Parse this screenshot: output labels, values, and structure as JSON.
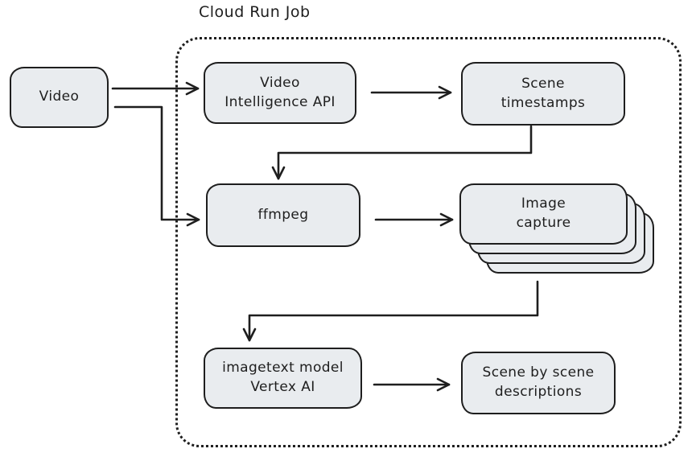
{
  "diagram": {
    "title": "Cloud Run Job",
    "colors": {
      "background": "#ffffff",
      "node_fill": "#e9ecef",
      "stroke": "#1e1e1e"
    },
    "container": {
      "label": "Cloud Run Job",
      "border_style": "dotted"
    },
    "nodes": {
      "video": {
        "label": "Video"
      },
      "video_intelligence_api": {
        "label": "Video\nIntelligence API"
      },
      "scene_timestamps": {
        "label": "Scene\ntimestamps"
      },
      "ffmpeg": {
        "label": "ffmpeg"
      },
      "image_capture": {
        "label": "Image\ncapture",
        "stacked_cards": 4
      },
      "imagetext_model": {
        "label": "imagetext model\nVertex AI"
      },
      "scene_descriptions": {
        "label": "Scene by scene\ndescriptions"
      }
    },
    "edges": [
      {
        "from": "video",
        "to": "video_intelligence_api"
      },
      {
        "from": "video",
        "to": "ffmpeg"
      },
      {
        "from": "video_intelligence_api",
        "to": "scene_timestamps"
      },
      {
        "from": "scene_timestamps",
        "to": "ffmpeg"
      },
      {
        "from": "ffmpeg",
        "to": "image_capture"
      },
      {
        "from": "image_capture",
        "to": "imagetext_model"
      },
      {
        "from": "imagetext_model",
        "to": "scene_descriptions"
      }
    ]
  }
}
